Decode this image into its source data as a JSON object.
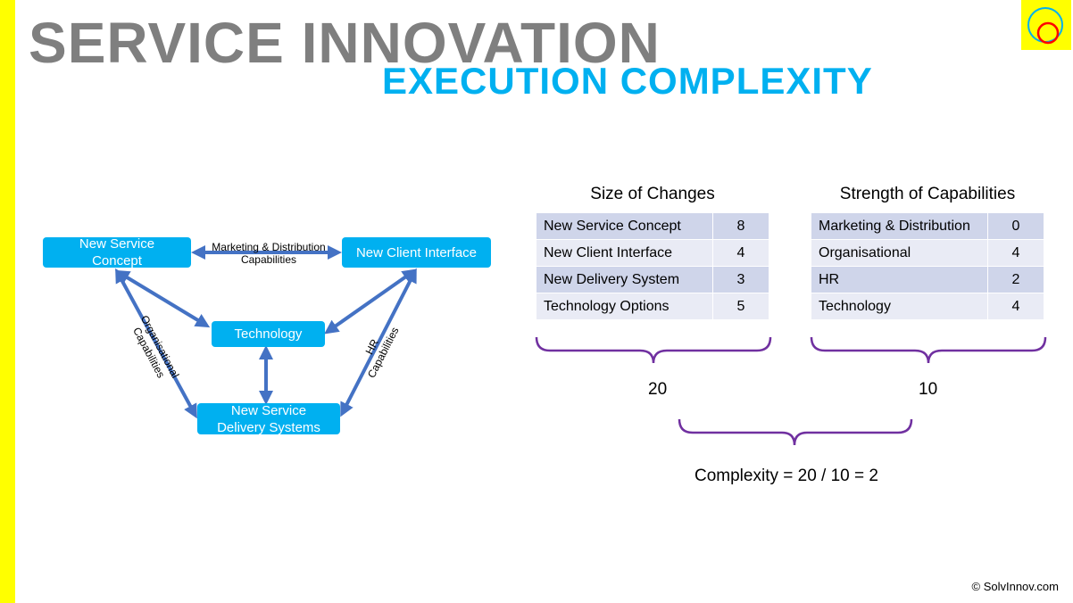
{
  "title": "SERVICE INNOVATION",
  "subtitle": "EXECUTION COMPLEXITY",
  "logo": "solvinnov-logo",
  "diagram": {
    "nodes": {
      "concept": "New Service Concept",
      "client": "New Client Interface",
      "tech": "Technology",
      "delivery": "New Service Delivery Systems"
    },
    "edges": {
      "marketing": "Marketing & Distribution Capabilities",
      "organisational": "Organisational Capabilities",
      "hr": "HR Capabilities"
    }
  },
  "size_of_changes": {
    "heading": "Size of Changes",
    "rows": [
      {
        "label": "New Service Concept",
        "value": "8"
      },
      {
        "label": "New Client Interface",
        "value": "4"
      },
      {
        "label": "New Delivery System",
        "value": "3"
      },
      {
        "label": "Technology Options",
        "value": "5"
      }
    ],
    "total": "20"
  },
  "strength_of_capabilities": {
    "heading": "Strength of Capabilities",
    "rows": [
      {
        "label": "Marketing & Distribution",
        "value": "0"
      },
      {
        "label": "Organisational",
        "value": "4"
      },
      {
        "label": "HR",
        "value": "2"
      },
      {
        "label": "Technology",
        "value": "4"
      }
    ],
    "total": "10"
  },
  "complexity": "Complexity = 20 / 10 = 2",
  "copyright": "© SolvInnov.com"
}
